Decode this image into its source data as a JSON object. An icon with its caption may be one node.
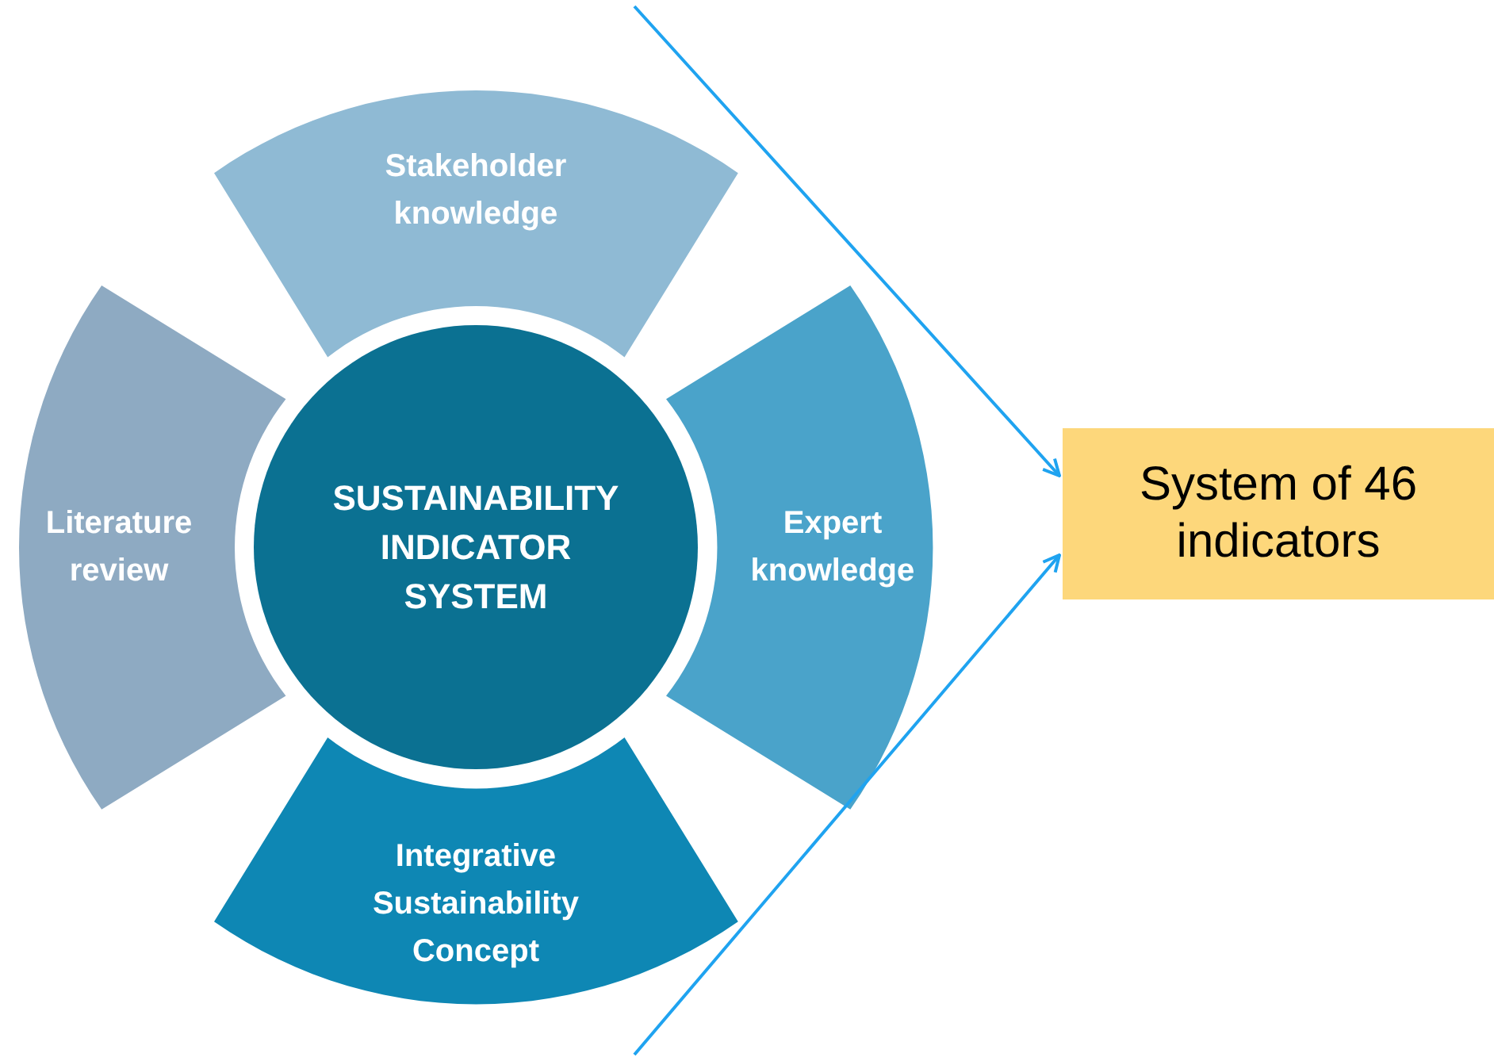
{
  "diagram": {
    "nodes": [
      {
        "text": [
          "Stakeholder knowledge"
        ]
      },
      {
        "text": [
          "Literature review"
        ]
      },
      {
        "text": [
          "SUSTAINABILITY INDICATOR SYSTEM"
        ]
      },
      {
        "text": [
          "Expert knowledge"
        ]
      },
      {
        "text": [
          "Integrative Sustainability Concept"
        ]
      },
      {
        "text": [
          "System of 46 indicators"
        ]
      }
    ],
    "edges": [
      {
        "from": null,
        "to": 5,
        "arrow": "to"
      },
      {
        "from": null,
        "to": 5,
        "arrow": "to"
      }
    ]
  }
}
